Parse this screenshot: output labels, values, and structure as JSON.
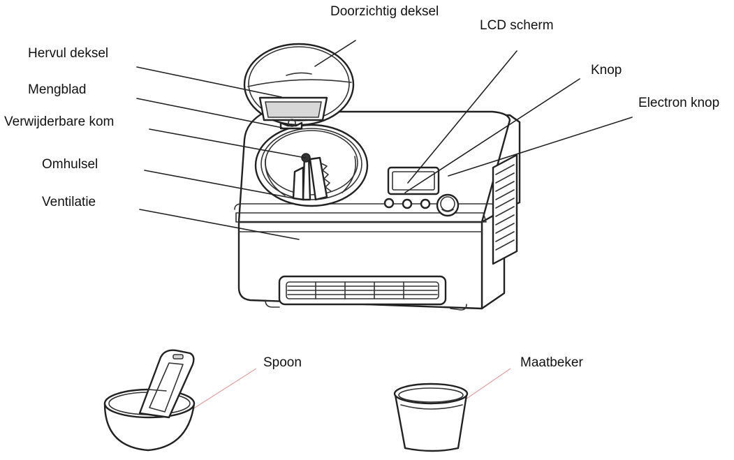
{
  "diagram": {
    "colors": {
      "line": "#222222",
      "background": "#ffffff",
      "leader_accent": "#e0a0a0"
    },
    "labels": {
      "doorzichtig_deksel": "Doorzichtig deksel",
      "lcd_scherm": "LCD scherm",
      "hervul_deksel": "Hervul deksel",
      "knop": "Knop",
      "mengblad": "Mengblad",
      "electron_knop": "Electron knop",
      "verwijderbare_kom": "Verwijderbare kom",
      "omhulsel": "Omhulsel",
      "ventilatie": "Ventilatie",
      "spoon": "Spoon",
      "maatbeker": "Maatbeker"
    }
  }
}
